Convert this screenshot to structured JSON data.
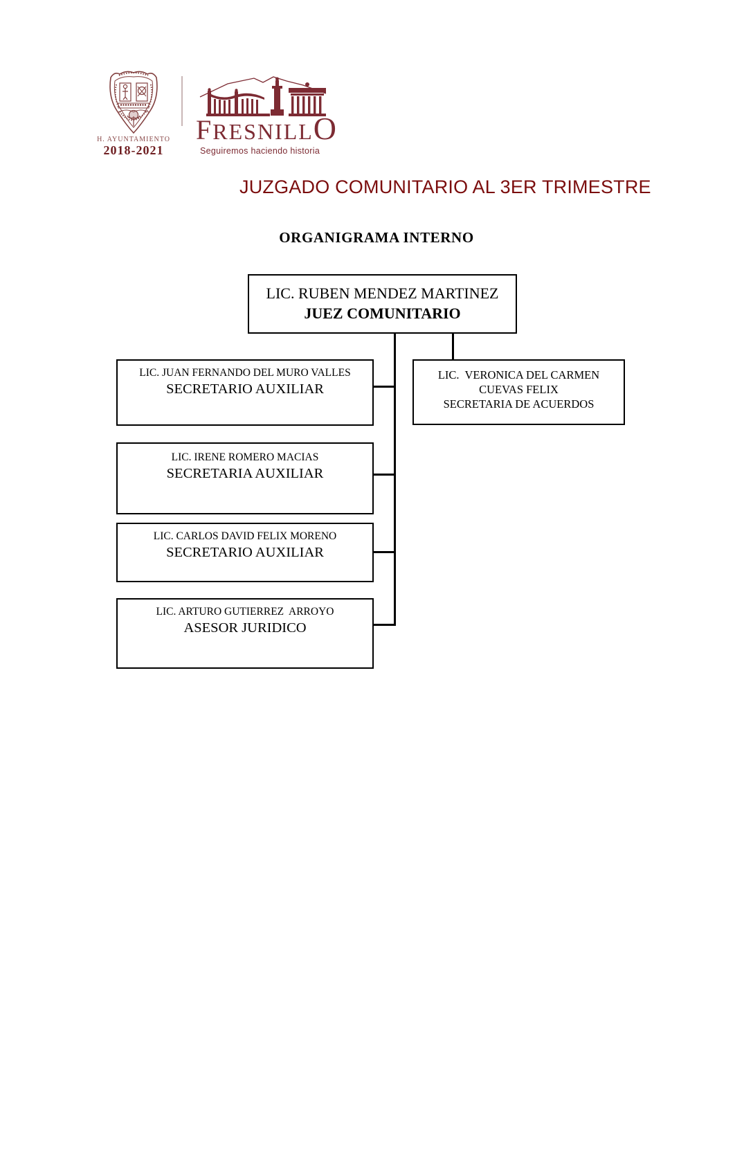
{
  "colors": {
    "brand": "#7d2b33",
    "title": "#7b0d0d"
  },
  "header": {
    "crest": {
      "caption": "H. AYUNTAMIENTO",
      "years": "2018-2021"
    },
    "brand": {
      "word_f": "F",
      "word_mid": "RESNILL",
      "word_o": "O",
      "tagline": "Seguiremos haciendo historia"
    }
  },
  "title": "JUZGADO COMUNITARIO AL 3ER TRIMESTRE",
  "subtitle": "ORGANIGRAMA INTERNO",
  "org_chart": {
    "nodes": {
      "juez": {
        "name": "LIC. RUBEN MENDEZ MARTINEZ",
        "role": "JUEZ COMUNITARIO",
        "reports_to": null
      },
      "juan": {
        "name": "LIC. JUAN FERNANDO DEL MURO VALLES",
        "role": "SECRETARIO AUXILIAR",
        "reports_to": "juez"
      },
      "veronica": {
        "name": "LIC.  VERONICA DEL CARMEN",
        "name2": "CUEVAS FELIX",
        "role": "SECRETARIA DE ACUERDOS",
        "reports_to": "juez"
      },
      "irene": {
        "name": "LIC. IRENE ROMERO MACIAS",
        "role": "SECRETARIA AUXILIAR",
        "reports_to": "juez"
      },
      "carlos": {
        "name": "LIC. CARLOS DAVID FELIX MORENO",
        "role": "SECRETARIO AUXILIAR",
        "reports_to": "juez"
      },
      "arturo": {
        "name": "LIC. ARTURO GUTIERREZ  ARROYO",
        "role": "ASESOR JURIDICO",
        "reports_to": "juez"
      }
    }
  }
}
